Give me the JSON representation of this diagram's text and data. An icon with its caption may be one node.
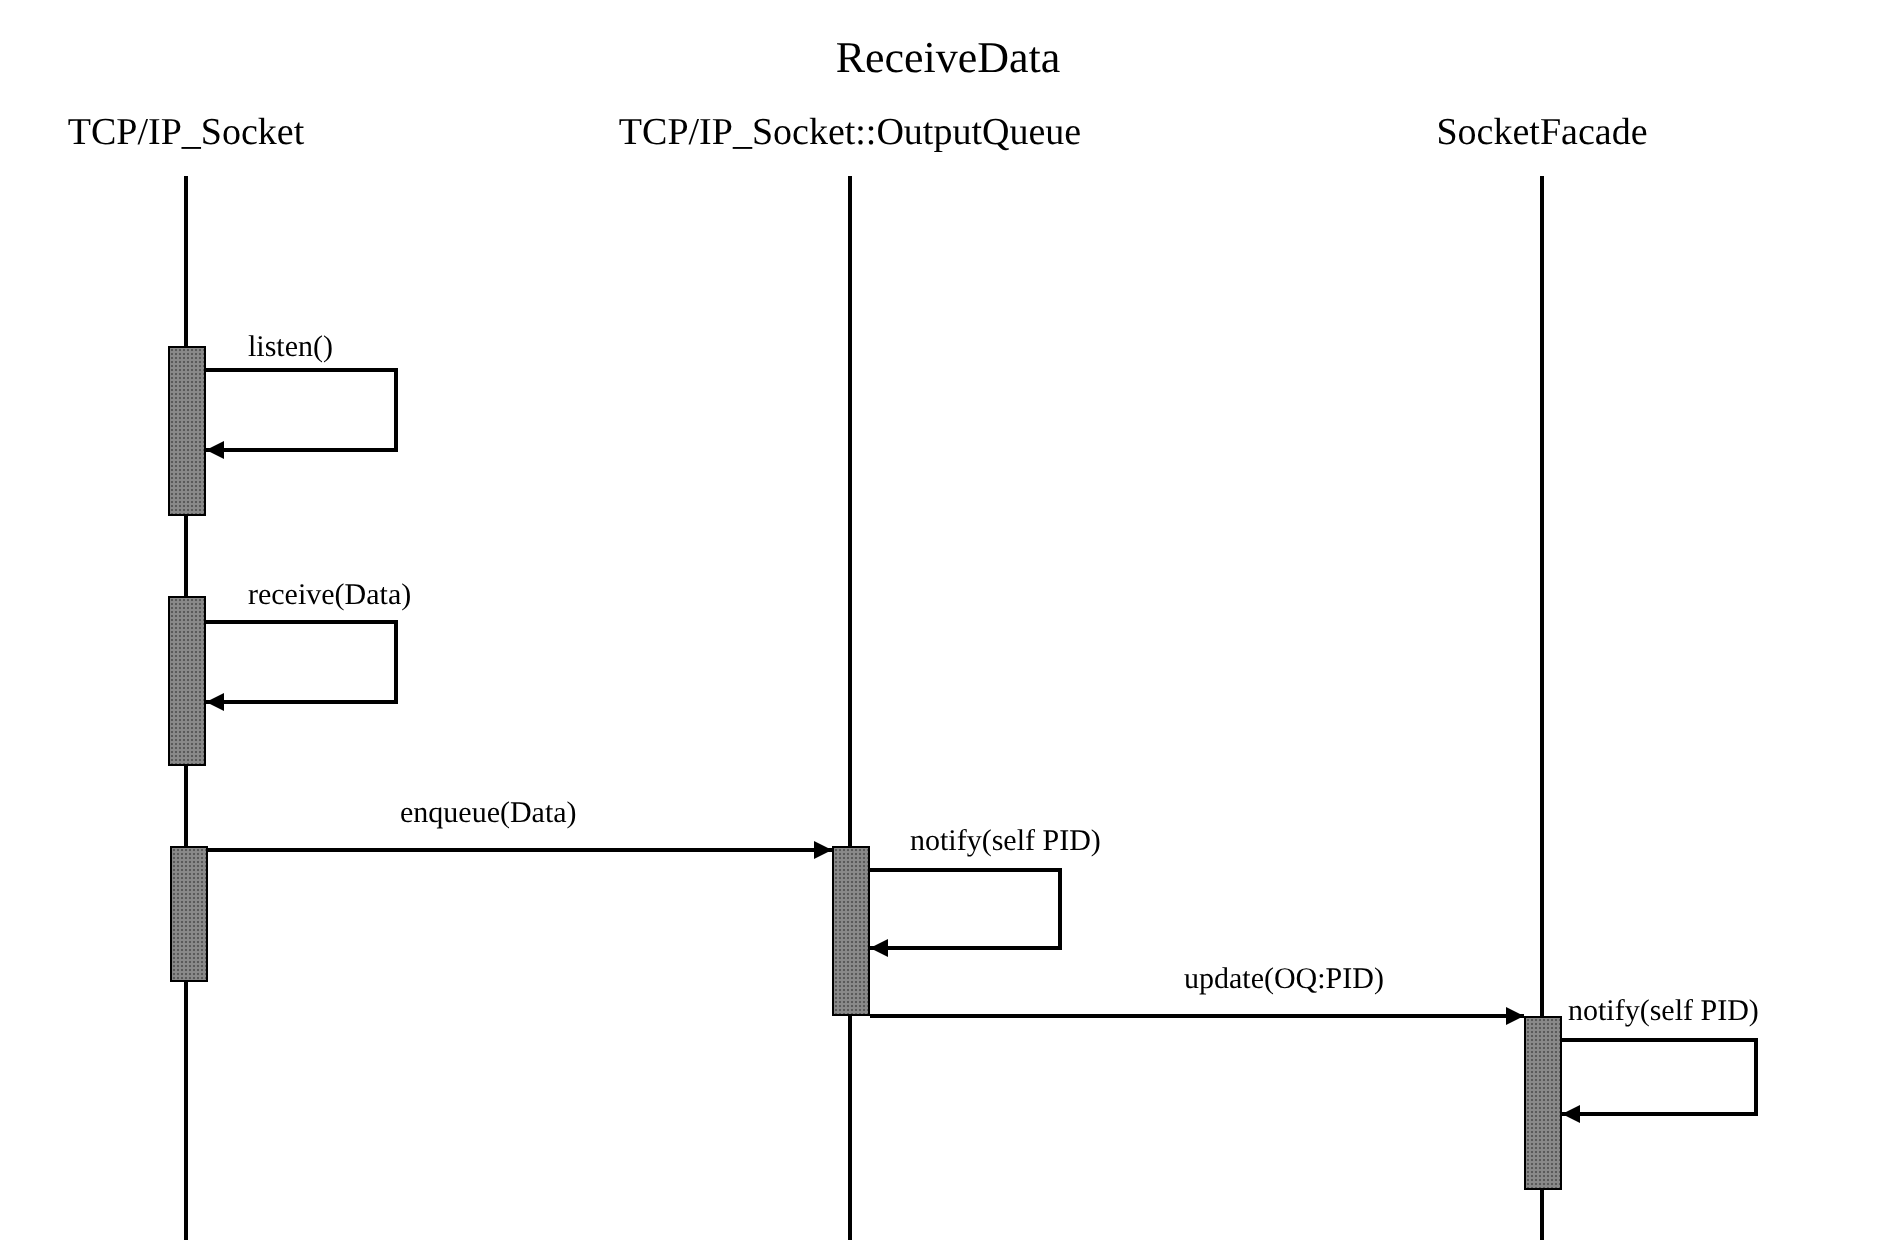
{
  "diagram": {
    "title": "ReceiveData",
    "nodes": [
      {
        "text": [
          "TCP/IP_Socket"
        ]
      },
      {
        "text": [
          "TCP/IP_Socket::OutputQueue"
        ]
      },
      {
        "text": [
          "SocketFacade"
        ]
      },
      {
        "text": [],
        "shape": "bar"
      },
      {
        "text": [],
        "shape": "bar"
      },
      {
        "text": [],
        "shape": "bar"
      },
      {
        "text": [],
        "shape": "bar"
      },
      {
        "text": [],
        "shape": "bar"
      }
    ],
    "edges": [
      {
        "from": 3,
        "to": 3,
        "arrow": "to",
        "label": "listen()"
      },
      {
        "from": 4,
        "to": 4,
        "arrow": "to",
        "label": "receive(Data)"
      },
      {
        "from": 5,
        "to": 6,
        "arrow": "to",
        "label": "enqueue(Data)"
      },
      {
        "from": 6,
        "to": 6,
        "arrow": "to",
        "label": "notify(self PID)"
      },
      {
        "from": 6,
        "to": 7,
        "arrow": "to",
        "label": "update(OQ:PID)"
      },
      {
        "from": 7,
        "to": 7,
        "arrow": "to",
        "label": "notify(self PID)"
      }
    ]
  }
}
